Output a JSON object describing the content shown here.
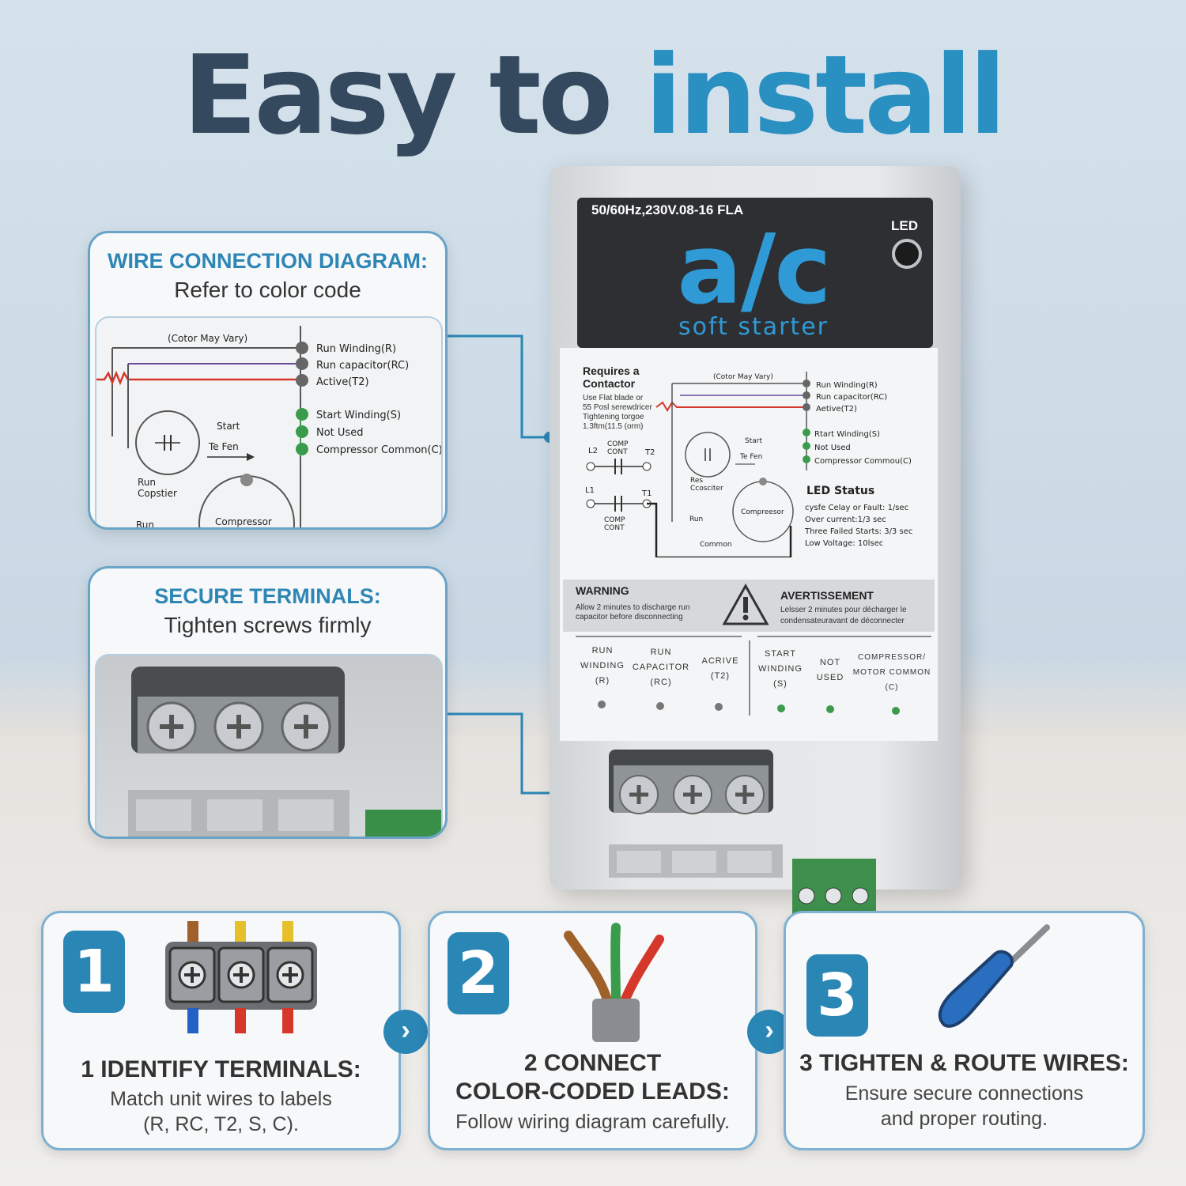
{
  "headline": {
    "part1": "Easy to ",
    "part2": "install"
  },
  "wire_card": {
    "title": "WIRE CONNECTION DIAGRAM:",
    "subtitle": "Refer to color code",
    "diagram": {
      "note": "(Cotor May Vary)",
      "labels": [
        "Run Winding(R)",
        "Run capacitor(RC)",
        "Active(T2)",
        "Start Winding(S)",
        "Not Used",
        "Compressor Common(C)"
      ],
      "start": "Start",
      "te_fen": "Te Fen",
      "run_capacitor": [
        "Run",
        "Copstier"
      ],
      "run": "Run",
      "compressor": "Compressor"
    }
  },
  "terminals_card": {
    "title": "SECURE TERMINALS:",
    "subtitle": "Tighten screws firmly"
  },
  "device": {
    "spec": "50/60Hz,230V.08-16 FLA",
    "led_label": "LED",
    "brand": "a/c",
    "brand_sub": "soft starter",
    "requires": [
      "Requires a",
      "Contactor"
    ],
    "requires_note": [
      "Use Flat blade or",
      "55 Posl serewdricer",
      "Tightening torgoe",
      "1.3ftm(11.5 (orm)"
    ],
    "note": "(Cotor May Vary)",
    "labels": [
      "Run Winding(R)",
      "Run capacitor(RC)",
      "Aetive(T2)",
      "Rtart Winding(S)",
      "Not Used",
      "Compressor Commou(C)"
    ],
    "contactor": {
      "l2": "L2",
      "comp_cont_1": [
        "COMP",
        "CONT"
      ],
      "t2": "T2",
      "l1": "L1",
      "t1": "T1",
      "comp_cont_2": [
        "COMP",
        "CONT"
      ]
    },
    "start": "Start",
    "te_fen": "Te Fen",
    "res": [
      "Res",
      "Ccosciter"
    ],
    "run": "Run",
    "compressor": "Compreesor",
    "common": "Common",
    "led_status_title": "LED Status",
    "led_status": [
      "cysfe Celay or Fault: 1/sec",
      "Over current:1/3 sec",
      "Three Failed Starts: 3/3 sec",
      "Low Voltage: 10lsec"
    ],
    "warning_title": "WARNING",
    "warning_text": [
      "Allow 2 minutes to discharge run",
      "capacitor before disconnecting"
    ],
    "avert_title": "AVERTISSEMENT",
    "avert_text": [
      "Lelsser 2 minutes pour décharger le",
      "condensateuravant de déconnecter"
    ],
    "terminals": [
      {
        "lines": [
          "RUN",
          "WINDING",
          "(R)"
        ]
      },
      {
        "lines": [
          "RUN",
          "CAPACITOR",
          "(RC)"
        ]
      },
      {
        "lines": [
          "ACRIVE",
          "(T2)"
        ]
      },
      {
        "lines": [
          "START",
          "WINDING",
          "(S)"
        ]
      },
      {
        "lines": [
          "NOT",
          "USED"
        ]
      },
      {
        "lines": [
          "COMPRESSOR/",
          "MOTOR COMMON",
          "(C)"
        ]
      }
    ]
  },
  "steps": [
    {
      "number": "1",
      "title": [
        "1 IDENTIFY TERMINALS:"
      ],
      "desc": [
        "Match unit wires to labels",
        "(R, RC, T2, S, C)."
      ]
    },
    {
      "number": "2",
      "title": [
        "2  CONNECT",
        "COLOR-CODED LEADS:"
      ],
      "desc": [
        "Follow wiring diagram carefully."
      ]
    },
    {
      "number": "3",
      "title": [
        "3 TIGHTEN & ROUTE WIRES:"
      ],
      "desc": [
        "Ensure secure connections",
        "and proper routing."
      ]
    }
  ],
  "colors": {
    "accent": "#2a86b5",
    "dark_text": "#34495e",
    "red_wire": "#d6372b",
    "green_wire": "#3a9b4d",
    "brown_wire": "#a0602a",
    "blue_wire": "#2162c4",
    "yellow_wire": "#e6c02a"
  },
  "icons": [
    "terminal-block-icon",
    "color-wires-icon",
    "screwdriver-icon",
    "chevron-right-icon",
    "warning-triangle-icon",
    "screw-icon"
  ]
}
